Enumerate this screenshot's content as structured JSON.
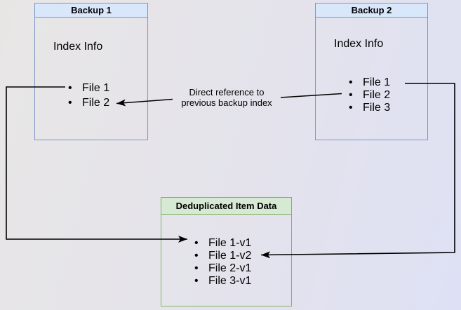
{
  "diagram": {
    "backup1": {
      "title": "Backup 1",
      "subtitle": "Index Info",
      "items": [
        "File 1",
        "File 2"
      ]
    },
    "backup2": {
      "title": "Backup 2",
      "subtitle": "Index Info",
      "items": [
        "File 1",
        "File 2",
        "File 3"
      ]
    },
    "dedup": {
      "title": "Deduplicated Item Data",
      "items": [
        "File 1-v1",
        "File 1-v2",
        "File 2-v1",
        "File 3-v1"
      ]
    },
    "annotation": {
      "line1": "Direct reference to",
      "line2": "previous backup index"
    }
  },
  "colors": {
    "blue_border": "#7b96c9",
    "blue_header_fill": "#d9e7fb",
    "green_border": "#82b366",
    "green_header_fill": "#d6e9d2",
    "arrow": "#000000",
    "text": "#000000",
    "background_left": "#e8e6e5",
    "background_right": "#dee1f5"
  }
}
